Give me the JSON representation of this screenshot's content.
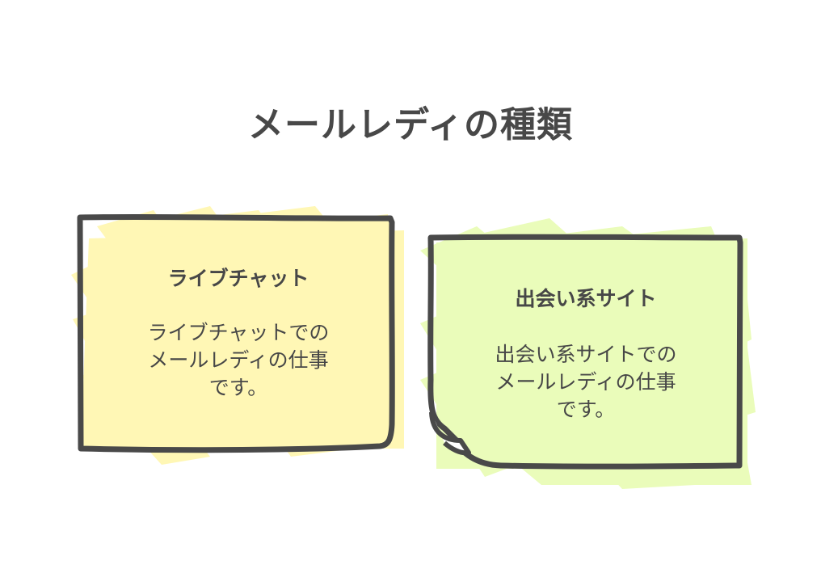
{
  "title": "メールレディの種類",
  "cards": [
    {
      "title": "ライブチャット",
      "body_lines": [
        "ライブチャットでの",
        "メールレディの仕事",
        "です。"
      ],
      "fill_color": "#fff7b5",
      "border_color": "#494949"
    },
    {
      "title": "出会い系サイト",
      "body_lines": [
        "出会い系サイトでの",
        "メールレディの仕事",
        "です。"
      ],
      "fill_color": "#eafcba",
      "border_color": "#494949",
      "corner_curl": true
    }
  ]
}
